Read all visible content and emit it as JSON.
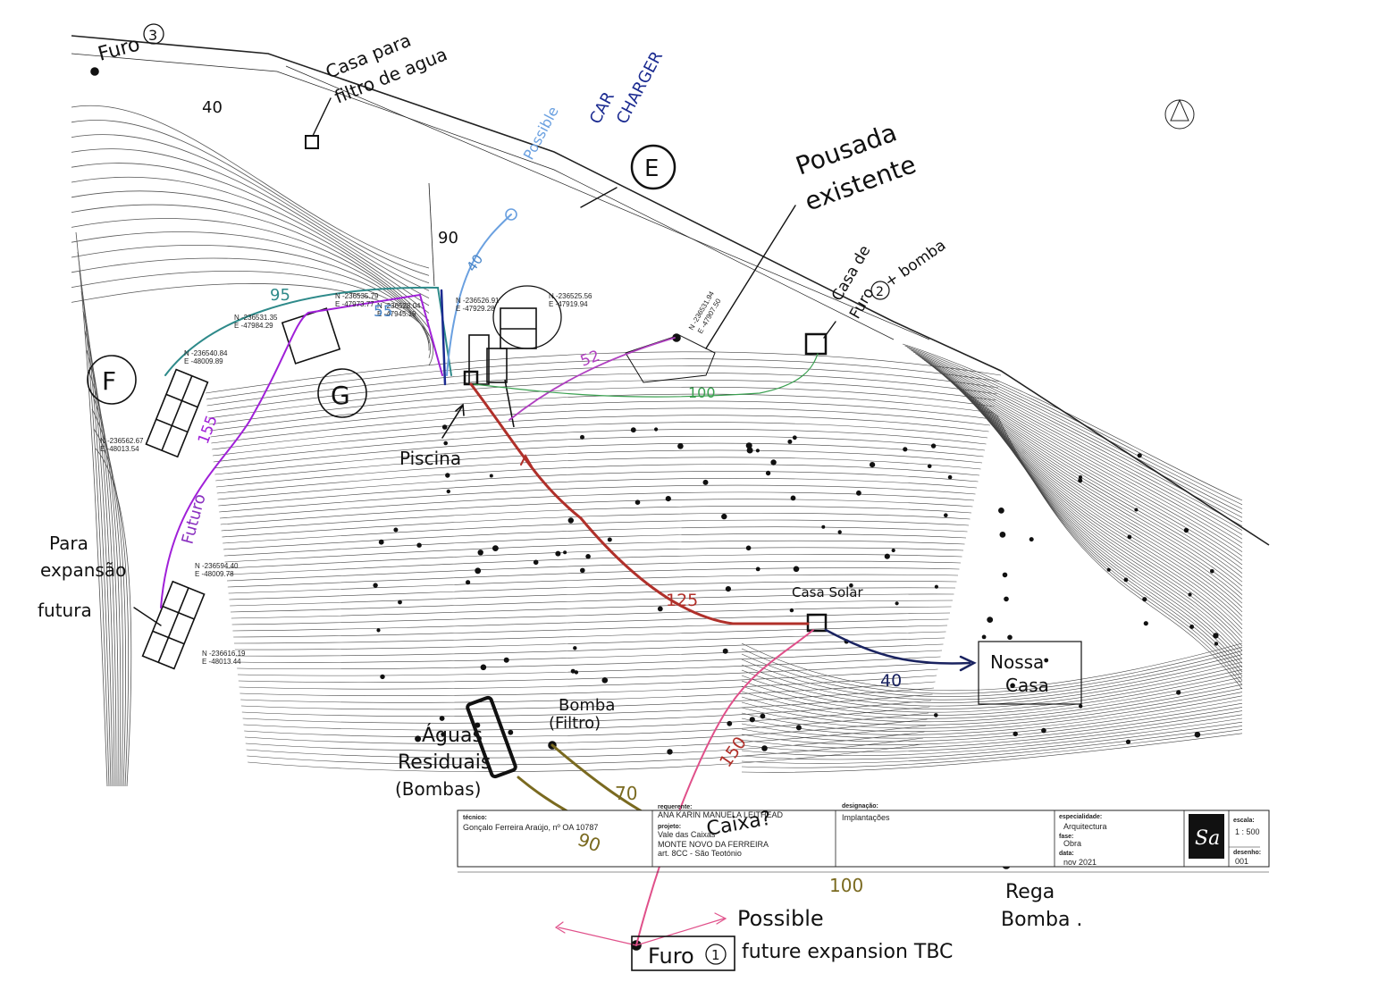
{
  "colors": {
    "contour": "#555555",
    "purple": "#a020d8",
    "teal": "#2e8a8a",
    "blue": "#4a86c8",
    "navy": "#1a2a90",
    "red": "#b0302a",
    "pink": "#e0508a",
    "olive": "#7a6a20",
    "green": "#3aa050",
    "dark_blue": "#1a2360",
    "sky": "#6aa0e0"
  },
  "labels": {
    "furo3": "Furo",
    "furo3_num": "3",
    "casa_filtro_1": "Casa para",
    "casa_filtro_2": "filtro de agua",
    "possible": "Possible",
    "car_charger_1": "CAR",
    "car_charger_2": "CHARGER",
    "e_circle": "E",
    "pousada_1": "Pousada",
    "pousada_2": "existente",
    "casa_de": "Casa de",
    "furo2": "Furo",
    "furo2_num": "2",
    "mais_bomba": "+ bomba",
    "f_circle": "F",
    "g_circle": "G",
    "piscina": "Piscina",
    "futuro": "Futuro",
    "para_exp_1": "Para",
    "para_exp_2": "expansão",
    "para_exp_3": "futura",
    "casa_solar": "Casa Solar",
    "nossa_1": "Nossa",
    "nossa_2": "Casa",
    "bomba_filtro_1": "Bomba",
    "bomba_filtro_2": "(Filtro)",
    "aguas_1": "Águas",
    "aguas_2": "Residuais",
    "aguas_3": "(Bombas)",
    "caixa": "Caixa?",
    "rega_1": "Rega",
    "rega_2": "Bomba .",
    "furo1": "Furo",
    "furo1_num": "1",
    "possible2": "Possible",
    "future_exp": "future expansion TBC"
  },
  "distances": {
    "d40_top": "40",
    "d90": "90",
    "d40_blue": "40",
    "d95": "95",
    "d55": "55",
    "d52": "52",
    "d100_green": "100",
    "d155": "155",
    "d125": "125",
    "d40_navy": "40",
    "d150": "150",
    "d70": "70",
    "d90_olive": "90",
    "d100_olive": "100"
  },
  "coords": [
    "N -236531.35",
    "E -47984.29",
    "N -236535.79",
    "E -47973.77",
    "N -236528.04",
    "E -47945.19",
    "N -236526.91",
    "E -47929.28",
    "N -236525.56",
    "E -47919.94",
    "N -236531.94",
    "E -47907.50",
    "N -236540.84",
    "E -48009.89",
    "N -236562.67",
    "E -48013.54",
    "N -236594.40",
    "E -48009.78",
    "N -236616.19",
    "E -48013.44"
  ],
  "title_block": {
    "tecnico_label": "técnico:",
    "tecnico_value": "Gonçalo Ferreira Araújo, nº OA 10787",
    "requerente_label": "requerente:",
    "requerente_value": "ANA KARIN MANUELA LEITHEAD",
    "projeto_label": "projeto:",
    "projeto_value": "Vale das Caixas",
    "local_value_1": "MONTE NOVO DA FERREIRA",
    "local_value_2": "art. 8CC - São Teotónio",
    "designacao_label": "designação:",
    "designacao_value": "Implantações",
    "especialidade_label": "especialidade:",
    "especialidade_value": "Arquitectura",
    "fase_label": "fase:",
    "fase_value": "Obra",
    "data_label": "data:",
    "data_value": "nov 2021",
    "escala_label": "escala:",
    "escala_value": "1 : 500",
    "desenho_label": "desenho:",
    "desenho_value": "001",
    "logo_text": "Sa"
  }
}
